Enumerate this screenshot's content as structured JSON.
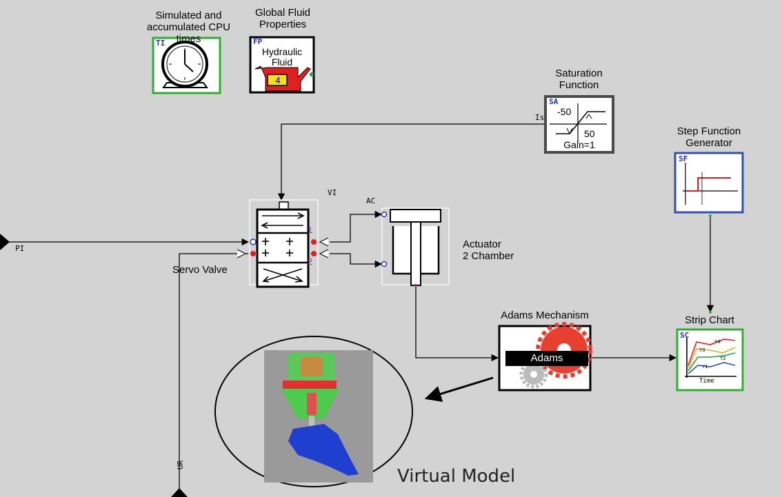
{
  "blocks": {
    "ti": {
      "code": "TI",
      "title": "Simulated and accumulated CPU times",
      "title_line1": "Simulated and",
      "title_line2": "accumulated CPU times"
    },
    "fp": {
      "code": "FP",
      "title_line1": "Global Fluid",
      "title_line2": "Properties",
      "icon_text_1": "Hydraulic",
      "icon_text_2": "Fluid",
      "icon_value": "4"
    },
    "sa": {
      "code": "SA",
      "title_line1": "Saturation",
      "title_line2": "Function",
      "lower": "-50",
      "upper": "50",
      "gain": "Gain=1"
    },
    "sf": {
      "code": "SF",
      "title_line1": "Step Function",
      "title_line2": "Generator"
    },
    "vi": {
      "code": "VI",
      "label": "Servo Valve",
      "port1": "1",
      "port2": "2"
    },
    "ac": {
      "code": "AC",
      "label_line1": "Actuator",
      "label_line2": "2 Chamber"
    },
    "adams": {
      "title": "Adams Mechanism",
      "text": "Adams"
    },
    "sc": {
      "code": "SC",
      "title": "Strip Chart",
      "xlabel": "Time",
      "series_labels": [
        "Y4",
        "Y3",
        "Y2",
        "Y1"
      ]
    }
  },
  "signals": {
    "is": "Is",
    "pi": "PI",
    "ur": "UR"
  },
  "virtual_model": {
    "caption": "Virtual Model"
  },
  "colors": {
    "background": "#d3d3d3",
    "ti_border": "#2db02d",
    "sa_border": "#4a4a4a",
    "sf_border": "#3050b0",
    "sc_border": "#2db02d",
    "red": "#e02020",
    "port_blue": "#3030c0",
    "gear_red": "#e84030"
  }
}
